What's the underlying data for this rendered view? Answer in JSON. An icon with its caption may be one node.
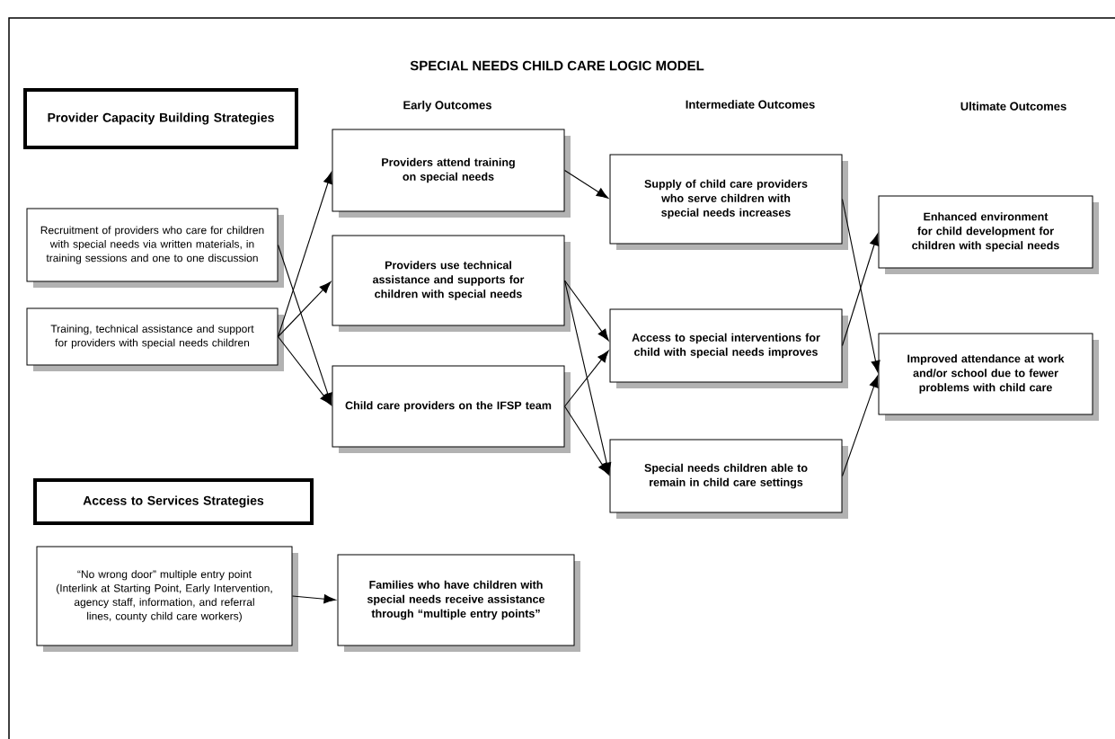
{
  "diagram": {
    "title": "SPECIAL NEEDS CHILD CARE LOGIC MODEL",
    "nodes": [
      {
        "text": [
          "Provider Capacity Building Strategies"
        ]
      },
      {
        "text": [
          "Recruitment of providers who care for children with special needs via written materials, in training sessions and one to one discussion"
        ]
      },
      {
        "text": [
          "Training, technical assistance and support for providers with special needs children"
        ]
      },
      {
        "text": [
          "Providers attend training on special needs"
        ]
      },
      {
        "text": [
          "Providers use technical assistance and supports for children with special needs"
        ]
      },
      {
        "text": [
          "Child care providers on the IFSP team"
        ]
      },
      {
        "text": [
          "Supply of child care providers who serve children with special needs increases"
        ]
      },
      {
        "text": [
          "Access to special interventions for child with special needs improves"
        ]
      },
      {
        "text": [
          "Special needs children able to remain in child care settings"
        ]
      },
      {
        "text": [
          "Enhanced environment for child development for children with special needs"
        ]
      },
      {
        "text": [
          "Improved attendance at work and/or school due to fewer problems with child care"
        ]
      },
      {
        "text": [
          "Access to Services Strategies"
        ]
      },
      {
        "text": [
          "“No wrong door” multiple entry point (Interlink at Starting Point, Early Intervention, agency staff, information, and referral lines, county child care workers)"
        ]
      },
      {
        "text": [
          "Families who have children with special needs receive assistance through “multiple entry points”"
        ]
      }
    ],
    "edges": [
      {
        "from": 1,
        "to": 5,
        "arrow": "to"
      },
      {
        "from": 2,
        "to": 3,
        "arrow": "to"
      },
      {
        "from": 2,
        "to": 4,
        "arrow": "to"
      },
      {
        "from": 2,
        "to": 5,
        "arrow": "to"
      },
      {
        "from": 3,
        "to": 6,
        "arrow": "to"
      },
      {
        "from": 4,
        "to": 7,
        "arrow": "to"
      },
      {
        "from": 4,
        "to": 8,
        "arrow": "to"
      },
      {
        "from": 5,
        "to": 7,
        "arrow": "to"
      },
      {
        "from": 5,
        "to": 8,
        "arrow": "to"
      },
      {
        "from": 6,
        "to": 10,
        "arrow": "to"
      },
      {
        "from": 7,
        "to": 9,
        "arrow": "to"
      },
      {
        "from": 8,
        "to": 10,
        "arrow": "to"
      },
      {
        "from": 12,
        "to": 13,
        "arrow": "to"
      }
    ],
    "labels": [
      "Early Outcomes",
      "Intermediate Outcomes",
      "Ultimate Outcomes"
    ]
  }
}
